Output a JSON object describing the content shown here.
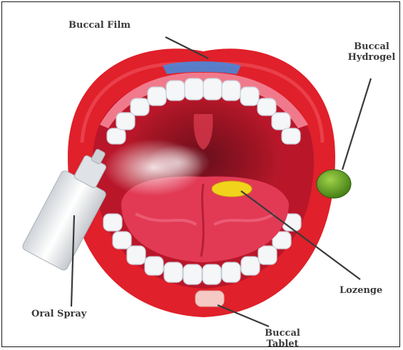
{
  "labels": {
    "buccal_film": "Buccal Film",
    "buccal_hydrogel": [
      "Buccal",
      "Hydrogel"
    ],
    "lozenge": "Lozenge",
    "oral_spray": "Oral Spray",
    "buccal_tablet": [
      "Buccal",
      "Tablet"
    ]
  },
  "colors": {
    "lips": "#e0202a",
    "mouth_interior": "#c8182a",
    "tongue": "#e23a55",
    "teeth": "#f4f6f8",
    "film": "#4a86d8",
    "hydrogel": "#4f8f1a",
    "lozenge": "#f2d31c",
    "tablet": "#f5c9c4",
    "spray_bottle": "#e9ebee"
  }
}
